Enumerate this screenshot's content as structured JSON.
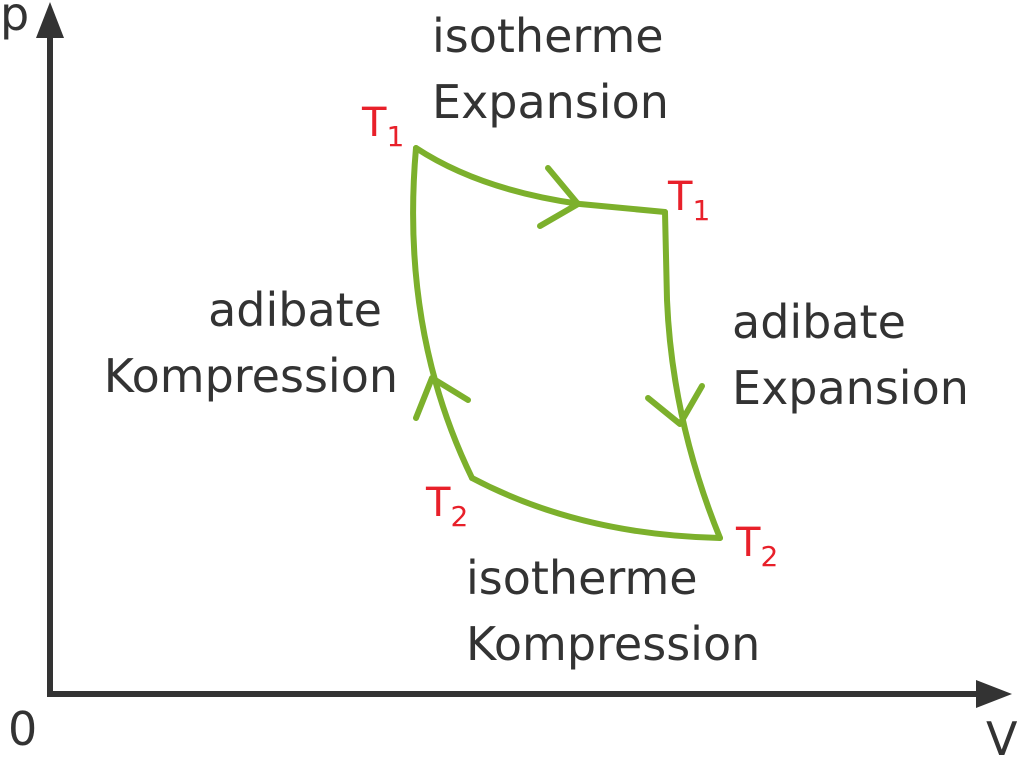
{
  "axes": {
    "y_label": "p",
    "x_label": "V",
    "origin_label": "0"
  },
  "process_labels": {
    "iso_expansion": [
      "isotherme",
      "Expansion"
    ],
    "adi_expansion": [
      "adibate",
      "Expansion"
    ],
    "iso_compression": [
      "isotherme",
      "Kompression"
    ],
    "adi_compression": [
      "adibate",
      "Kompression"
    ]
  },
  "temperatures": {
    "symbol": "T",
    "top_left": "1",
    "top_right": "1",
    "bottom_left": "2",
    "bottom_right": "2"
  },
  "colors": {
    "cycle": "#7cb02c",
    "temperature": "#e8202a",
    "axis": "#333333"
  }
}
